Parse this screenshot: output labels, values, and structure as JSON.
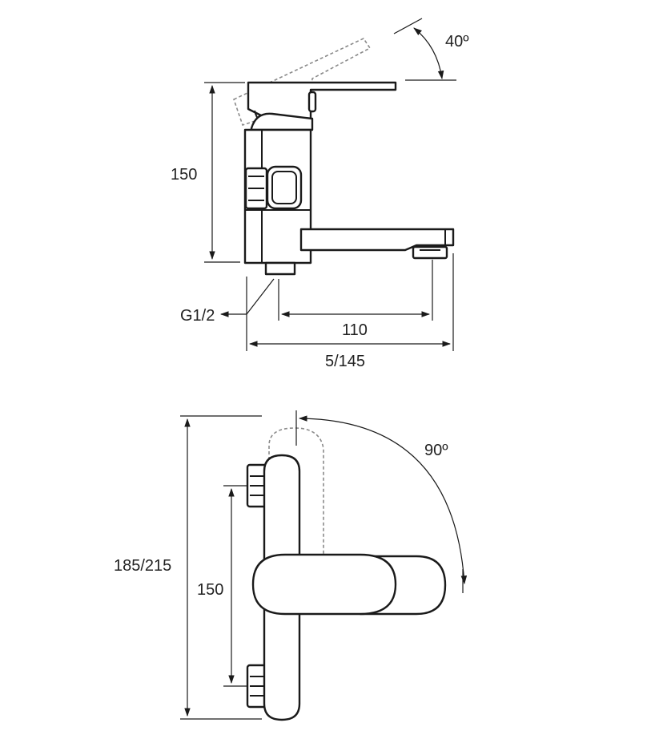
{
  "side_view": {
    "angle_label": "40º",
    "height_label": "150",
    "thread_label": "G1/2",
    "spout_label": "110",
    "total_label": "5/145"
  },
  "front_view": {
    "angle_label": "90º",
    "total_height_label": "185/215",
    "centers_label": "150"
  },
  "colors": {
    "line": "#1a1a1a",
    "ghost": "#8a8a8a"
  }
}
